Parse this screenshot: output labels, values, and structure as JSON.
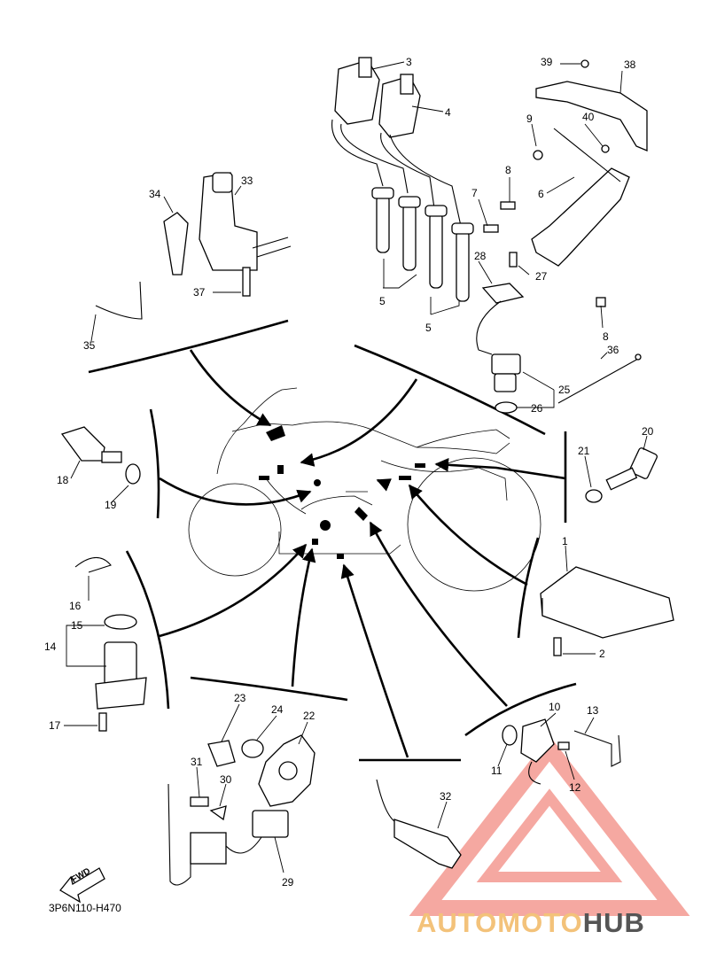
{
  "diagram_code": "3P6N110-H470",
  "fwd_label": "FWD",
  "watermark": {
    "part1": "AUTOMOTO",
    "part2": "HUB",
    "color1": "#f3c27a",
    "color2": "#555555",
    "logo_color": "#f28b82"
  },
  "callouts": {
    "n1": "1",
    "n2": "2",
    "n3": "3",
    "n4": "4",
    "n5a": "5",
    "n5b": "5",
    "n6": "6",
    "n7": "7",
    "n8a": "8",
    "n8b": "8",
    "n9": "9",
    "n10": "10",
    "n11": "11",
    "n12": "12",
    "n13": "13",
    "n14": "14",
    "n15": "15",
    "n16": "16",
    "n17": "17",
    "n18": "18",
    "n19": "19",
    "n20": "20",
    "n21": "21",
    "n22": "22",
    "n23": "23",
    "n24": "24",
    "n25": "25",
    "n26": "26",
    "n27": "27",
    "n28": "28",
    "n29": "29",
    "n30": "30",
    "n31": "31",
    "n32": "32",
    "n33": "33",
    "n34": "34",
    "n35": "35",
    "n36": "36",
    "n37": "37",
    "n38": "38",
    "n39": "39",
    "n40": "40"
  }
}
